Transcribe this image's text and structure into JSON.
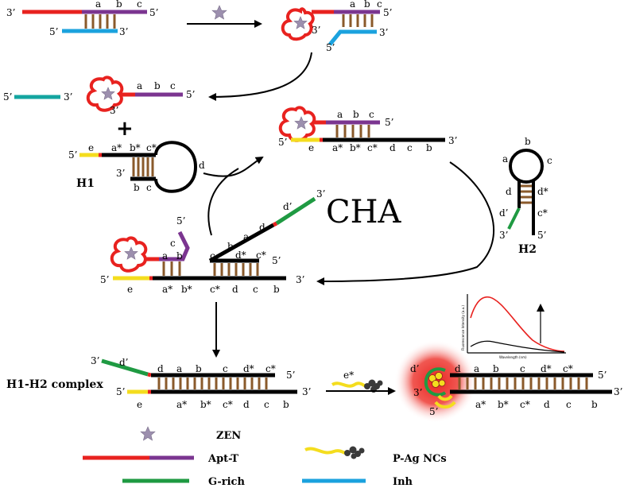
{
  "labels": {
    "p3": "3’",
    "p5": "5’",
    "a": "a",
    "b": "b",
    "c": "c",
    "d": "d",
    "e": "e",
    "a_star": "a*",
    "b_star": "b*",
    "c_star": "c*",
    "d_star": "d*",
    "e_star": "e*",
    "d_prime": "d’"
  },
  "names": {
    "h1": "H1",
    "h2": "H2",
    "cha": "CHA",
    "complex": "H1-H2 complex"
  },
  "inset": {
    "ylabel": "Fluorescence Intensity (a.u.)",
    "xlabel": "Wavelength (nm)"
  },
  "legend": {
    "zen": "ZEN",
    "apt_t": "Apt-T",
    "g_rich": "G-rich",
    "p_ag": "P-Ag NCs",
    "inh": "Inh"
  },
  "colors": {
    "red": "#e8221f",
    "purple": "#7b3590",
    "blue": "#1ba2de",
    "teal": "#14a5a0",
    "green": "#1f9a42",
    "yellow": "#f4dd1e",
    "brown": "#8a5a2b",
    "black": "#000000",
    "star": "#9c8fae"
  }
}
